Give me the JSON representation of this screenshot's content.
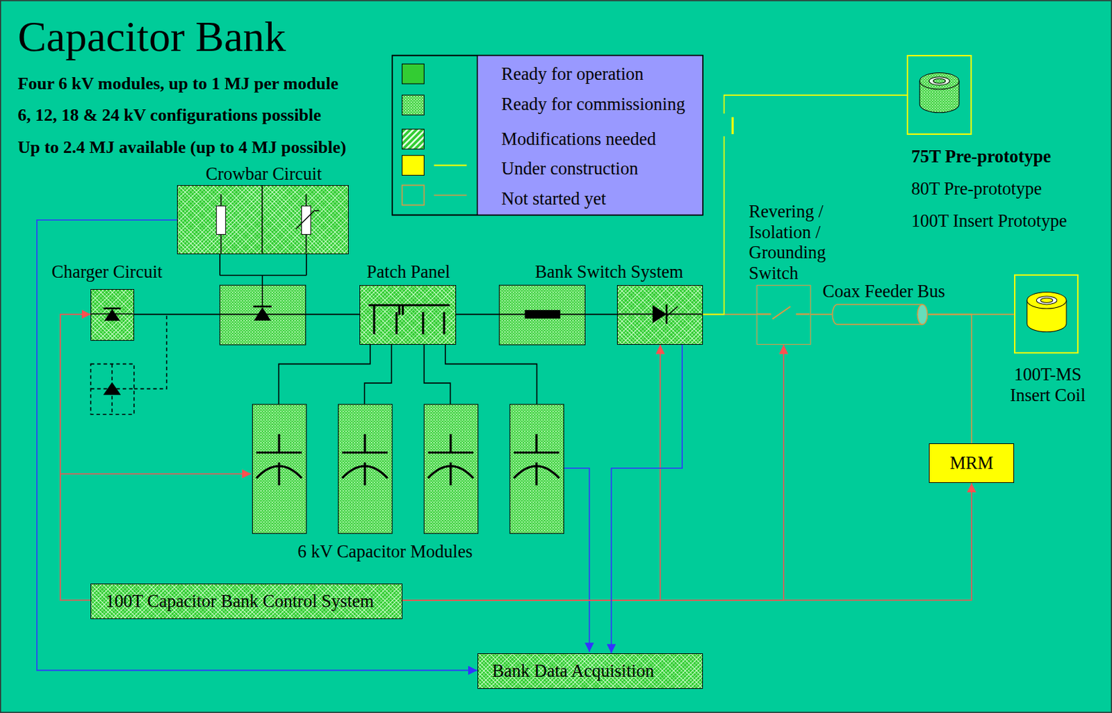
{
  "diagram": {
    "title": "Capacitor Bank",
    "nodes": [
      {
        "text": [
          "Crowbar Circuit"
        ]
      },
      {
        "text": [
          "Charger Circuit"
        ]
      },
      {
        "text": [
          "Patch Panel"
        ]
      },
      {
        "text": [
          "Bank Switch System"
        ]
      },
      {
        "text": [
          "Revering / Isolation / Grounding Switch"
        ]
      },
      {
        "text": [
          "Coax Feeder Bus"
        ]
      },
      {
        "text": [
          "75T Pre-prototype",
          "80T Pre-prototype",
          "100T Insert Prototype"
        ]
      },
      {
        "text": [
          "100T-MS Insert Coil"
        ]
      },
      {
        "text": [
          "MRM"
        ]
      },
      {
        "text": [
          "100T Capacitor Bank Control System"
        ]
      },
      {
        "text": [
          "Bank Data Acquisition"
        ]
      }
    ],
    "edges": [
      {
        "from": 9,
        "to": 1,
        "arrow": "to"
      },
      {
        "from": 9,
        "to": 3,
        "arrow": "to"
      },
      {
        "from": 9,
        "to": 4,
        "arrow": "to"
      },
      {
        "from": 9,
        "to": 8,
        "arrow": "to"
      },
      {
        "from": 0,
        "to": 10,
        "arrow": "to"
      },
      {
        "from": 3,
        "to": 10,
        "arrow": "to"
      },
      {
        "from": 2,
        "to": 3,
        "arrow": "none"
      },
      {
        "from": 1,
        "to": 2,
        "arrow": "none"
      },
      {
        "from": 3,
        "to": 4,
        "arrow": "none"
      },
      {
        "from": 4,
        "to": 5,
        "arrow": "none"
      },
      {
        "from": 5,
        "to": 7,
        "arrow": "none"
      },
      {
        "from": 5,
        "to": 8,
        "arrow": "none"
      },
      {
        "from": 3,
        "to": 6,
        "arrow": "none"
      }
    ],
    "labels": [
      "Four 6 kV modules, up to 1 MJ per module",
      "6, 12, 18 & 24 kV configurations possible",
      "Up to 2.4 MJ available (up to 4 MJ possible)",
      "6 kV Capacitor Modules"
    ],
    "legend": [
      {
        "text": "Ready for operation",
        "color": "#33CC33"
      },
      {
        "text": "Ready for commissioning"
      },
      {
        "text": "Modifications needed"
      },
      {
        "text": "Under construction",
        "color": "#FFFF00"
      },
      {
        "text": "Not started yet"
      }
    ]
  }
}
